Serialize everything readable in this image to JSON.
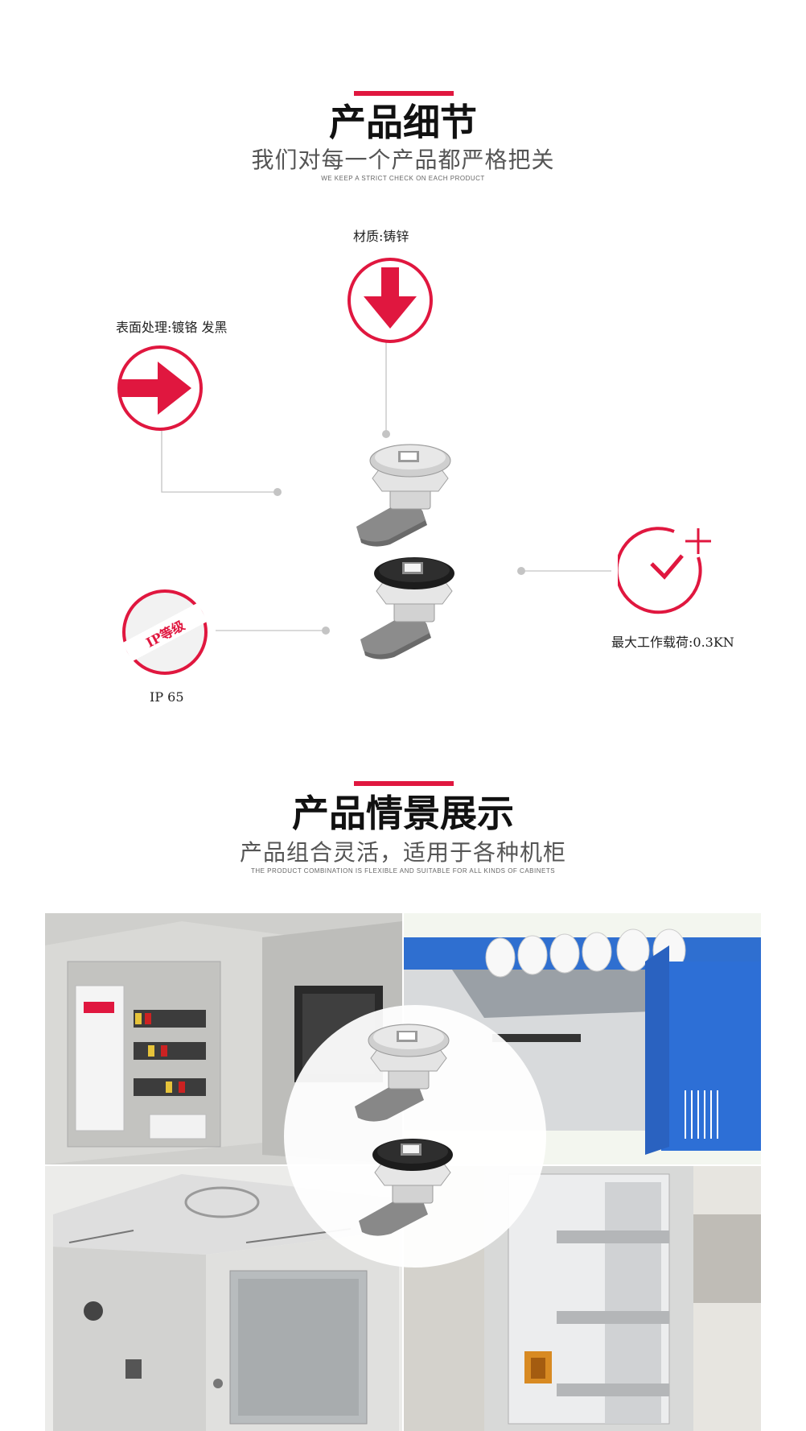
{
  "detail_section": {
    "title": "产品细节",
    "subtitle": "我们对每一个产品都严格把关",
    "subtitle_en": "WE KEEP A STRICT CHECK ON EACH PRODUCT",
    "features": {
      "material": "材质:铸锌",
      "surface": "表面处理:镀铬 发黑",
      "max_load": "最大工作载荷:0.3KN",
      "ip_rating": "IP 65",
      "ip_stamp": "IP等级"
    }
  },
  "scene_section": {
    "title": "产品情景展示",
    "subtitle": "产品组合灵活，适用于各种机柜",
    "subtitle_en": "THE PRODUCT COMBINATION IS FLEXIBLE AND SUITABLE FOR ALL KINDS OF CABINETS"
  },
  "colors": {
    "accent": "#e0173f",
    "connector": "#bbbbbb"
  },
  "icons": [
    "arrow-down-icon",
    "arrow-right-icon",
    "ip-stamp-icon",
    "clock-plus-icon"
  ]
}
